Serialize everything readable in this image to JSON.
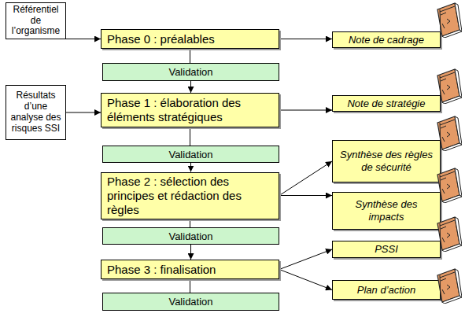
{
  "diagram": {
    "nodes": [
      {
        "text": [
          "Référentiel de l’organisme"
        ]
      },
      {
        "text": [
          "Phase 0 : préalables"
        ]
      },
      {
        "text": [
          "Note de cadrage"
        ]
      },
      {
        "text": [
          "Validation"
        ]
      },
      {
        "text": [
          "Résultats d’une analyse des risques SSI"
        ]
      },
      {
        "text": [
          "Phase 1 : élaboration des éléments stratégiques"
        ]
      },
      {
        "text": [
          "Note de stratégie"
        ]
      },
      {
        "text": [
          "Validation"
        ]
      },
      {
        "text": [
          "Phase 2 : sélection des principes et rédaction des règles"
        ]
      },
      {
        "text": [
          "Synthèse des règles de sécurité"
        ]
      },
      {
        "text": [
          "Synthèse des impacts"
        ]
      },
      {
        "text": [
          "Validation"
        ]
      },
      {
        "text": [
          "Phase 3 : finalisation"
        ]
      },
      {
        "text": [
          "PSSI"
        ]
      },
      {
        "text": [
          "Plan d’action"
        ]
      },
      {
        "text": [
          "Validation"
        ]
      }
    ],
    "edges": [
      {
        "from": 0,
        "to": 1,
        "arrow": "to"
      },
      {
        "from": 1,
        "to": 2,
        "arrow": "to"
      },
      {
        "from": 1,
        "to": 3,
        "arrow": "none"
      },
      {
        "from": 3,
        "to": 5,
        "arrow": "to"
      },
      {
        "from": 4,
        "to": 5,
        "arrow": "to"
      },
      {
        "from": 5,
        "to": 6,
        "arrow": "to"
      },
      {
        "from": 5,
        "to": 7,
        "arrow": "none"
      },
      {
        "from": 7,
        "to": 8,
        "arrow": "to"
      },
      {
        "from": 8,
        "to": 9,
        "arrow": "to"
      },
      {
        "from": 8,
        "to": 10,
        "arrow": "to"
      },
      {
        "from": 8,
        "to": 11,
        "arrow": "none"
      },
      {
        "from": 11,
        "to": 12,
        "arrow": "to"
      },
      {
        "from": 12,
        "to": 13,
        "arrow": "to"
      },
      {
        "from": 12,
        "to": 14,
        "arrow": "to"
      },
      {
        "from": 12,
        "to": 15,
        "arrow": "none"
      }
    ]
  }
}
